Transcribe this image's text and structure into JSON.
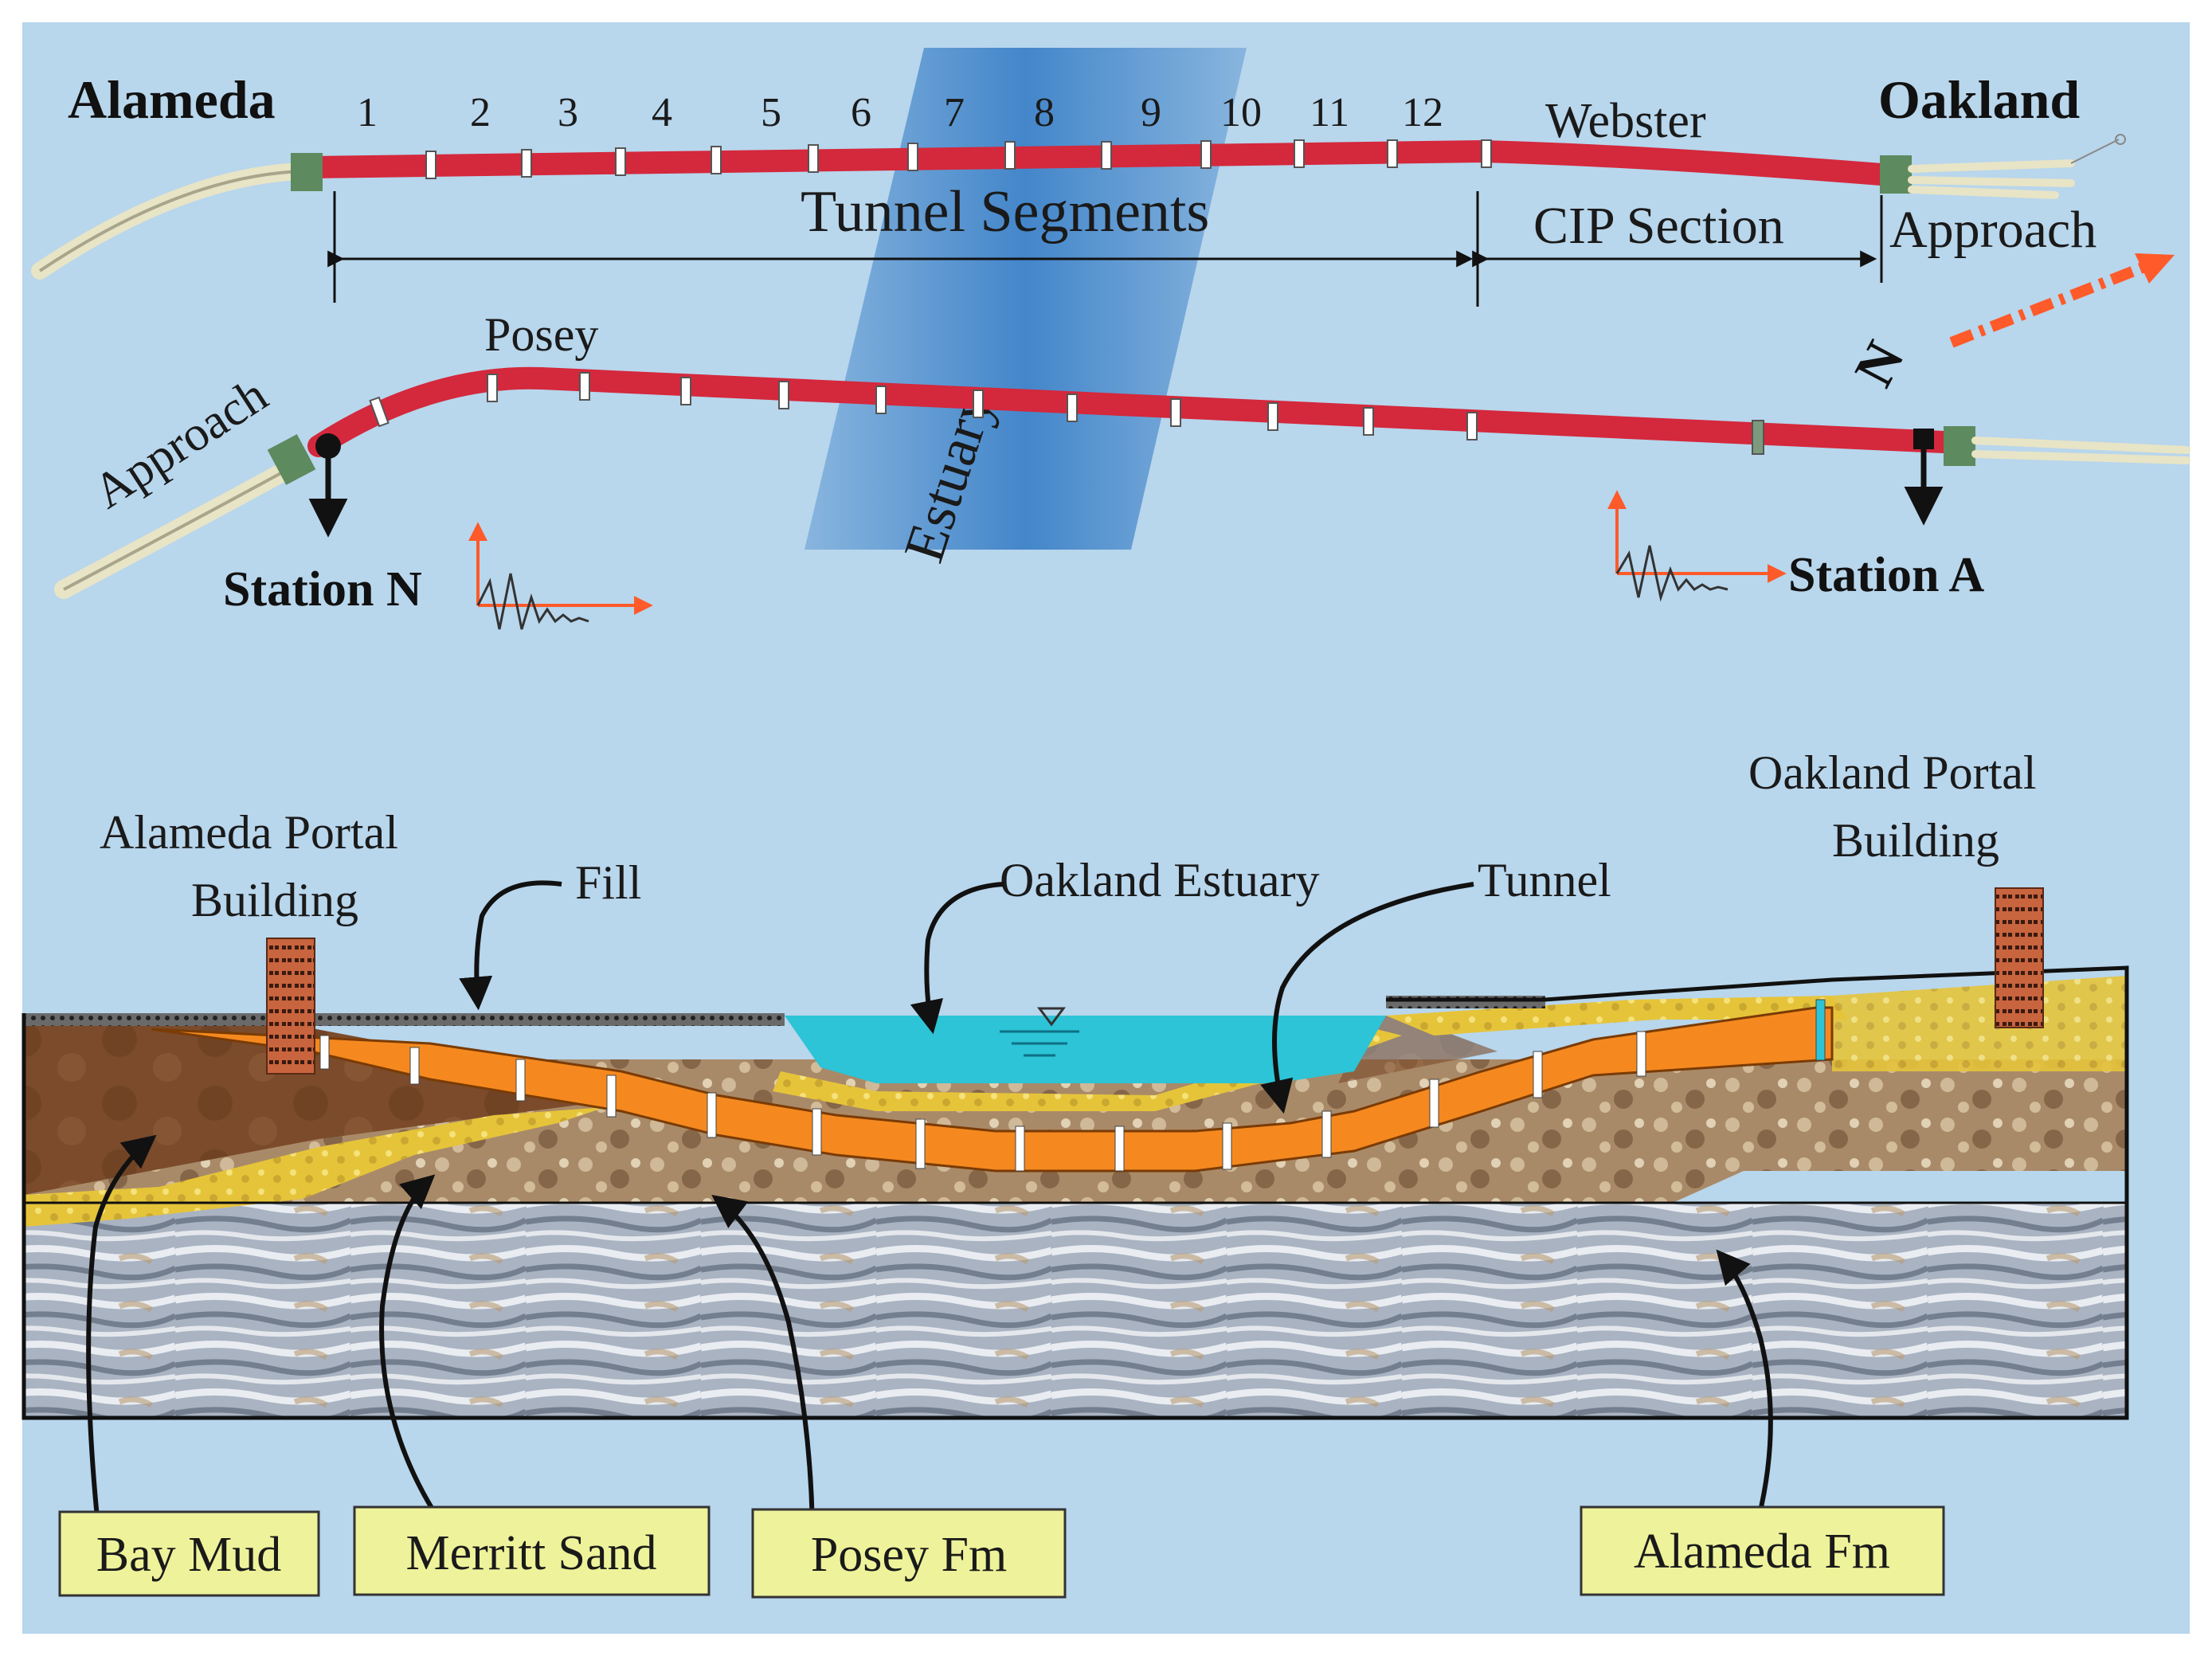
{
  "plan": {
    "webster_tube": {
      "left_end": "Alameda",
      "right_end": "Oakland",
      "name": "Webster",
      "segment_numbers": [
        "1",
        "2",
        "3",
        "4",
        "5",
        "6",
        "7",
        "8",
        "9",
        "10",
        "11",
        "12"
      ],
      "tunnel_segments_label": "Tunnel Segments",
      "cip_section_label": "CIP Section",
      "approach_label": "Approach"
    },
    "posey_tube": {
      "name": "Posey",
      "approach_label": "Approach"
    },
    "north_label": "N",
    "estuary_label": "Estuary",
    "station_n_label": "Station N",
    "station_a_label": "Station A"
  },
  "section": {
    "alameda_portal_label": "Alameda Portal Building",
    "oakland_portal_label": "Oakland Portal Building",
    "fill_label": "Fill",
    "estuary_label": "Oakland Estuary",
    "tunnel_label": "Tunnel",
    "legend": [
      "Bay Mud",
      "Merritt Sand",
      "Posey Fm",
      "Alameda Fm"
    ]
  },
  "colors": {
    "background": "#b8d6ec",
    "tube": "#d4283c",
    "estuary_band": "#2f78c4",
    "water": "#2cc4d6",
    "tunnel_section": "#f5891f",
    "bay_mud": "#7a4a2a",
    "merritt_sand": "#e8c63a",
    "posey_fm": "#a88a6a",
    "alameda_fm": "#9aa7b8",
    "legend_box": "#eef29a",
    "arrow": "#ff5a2a"
  }
}
